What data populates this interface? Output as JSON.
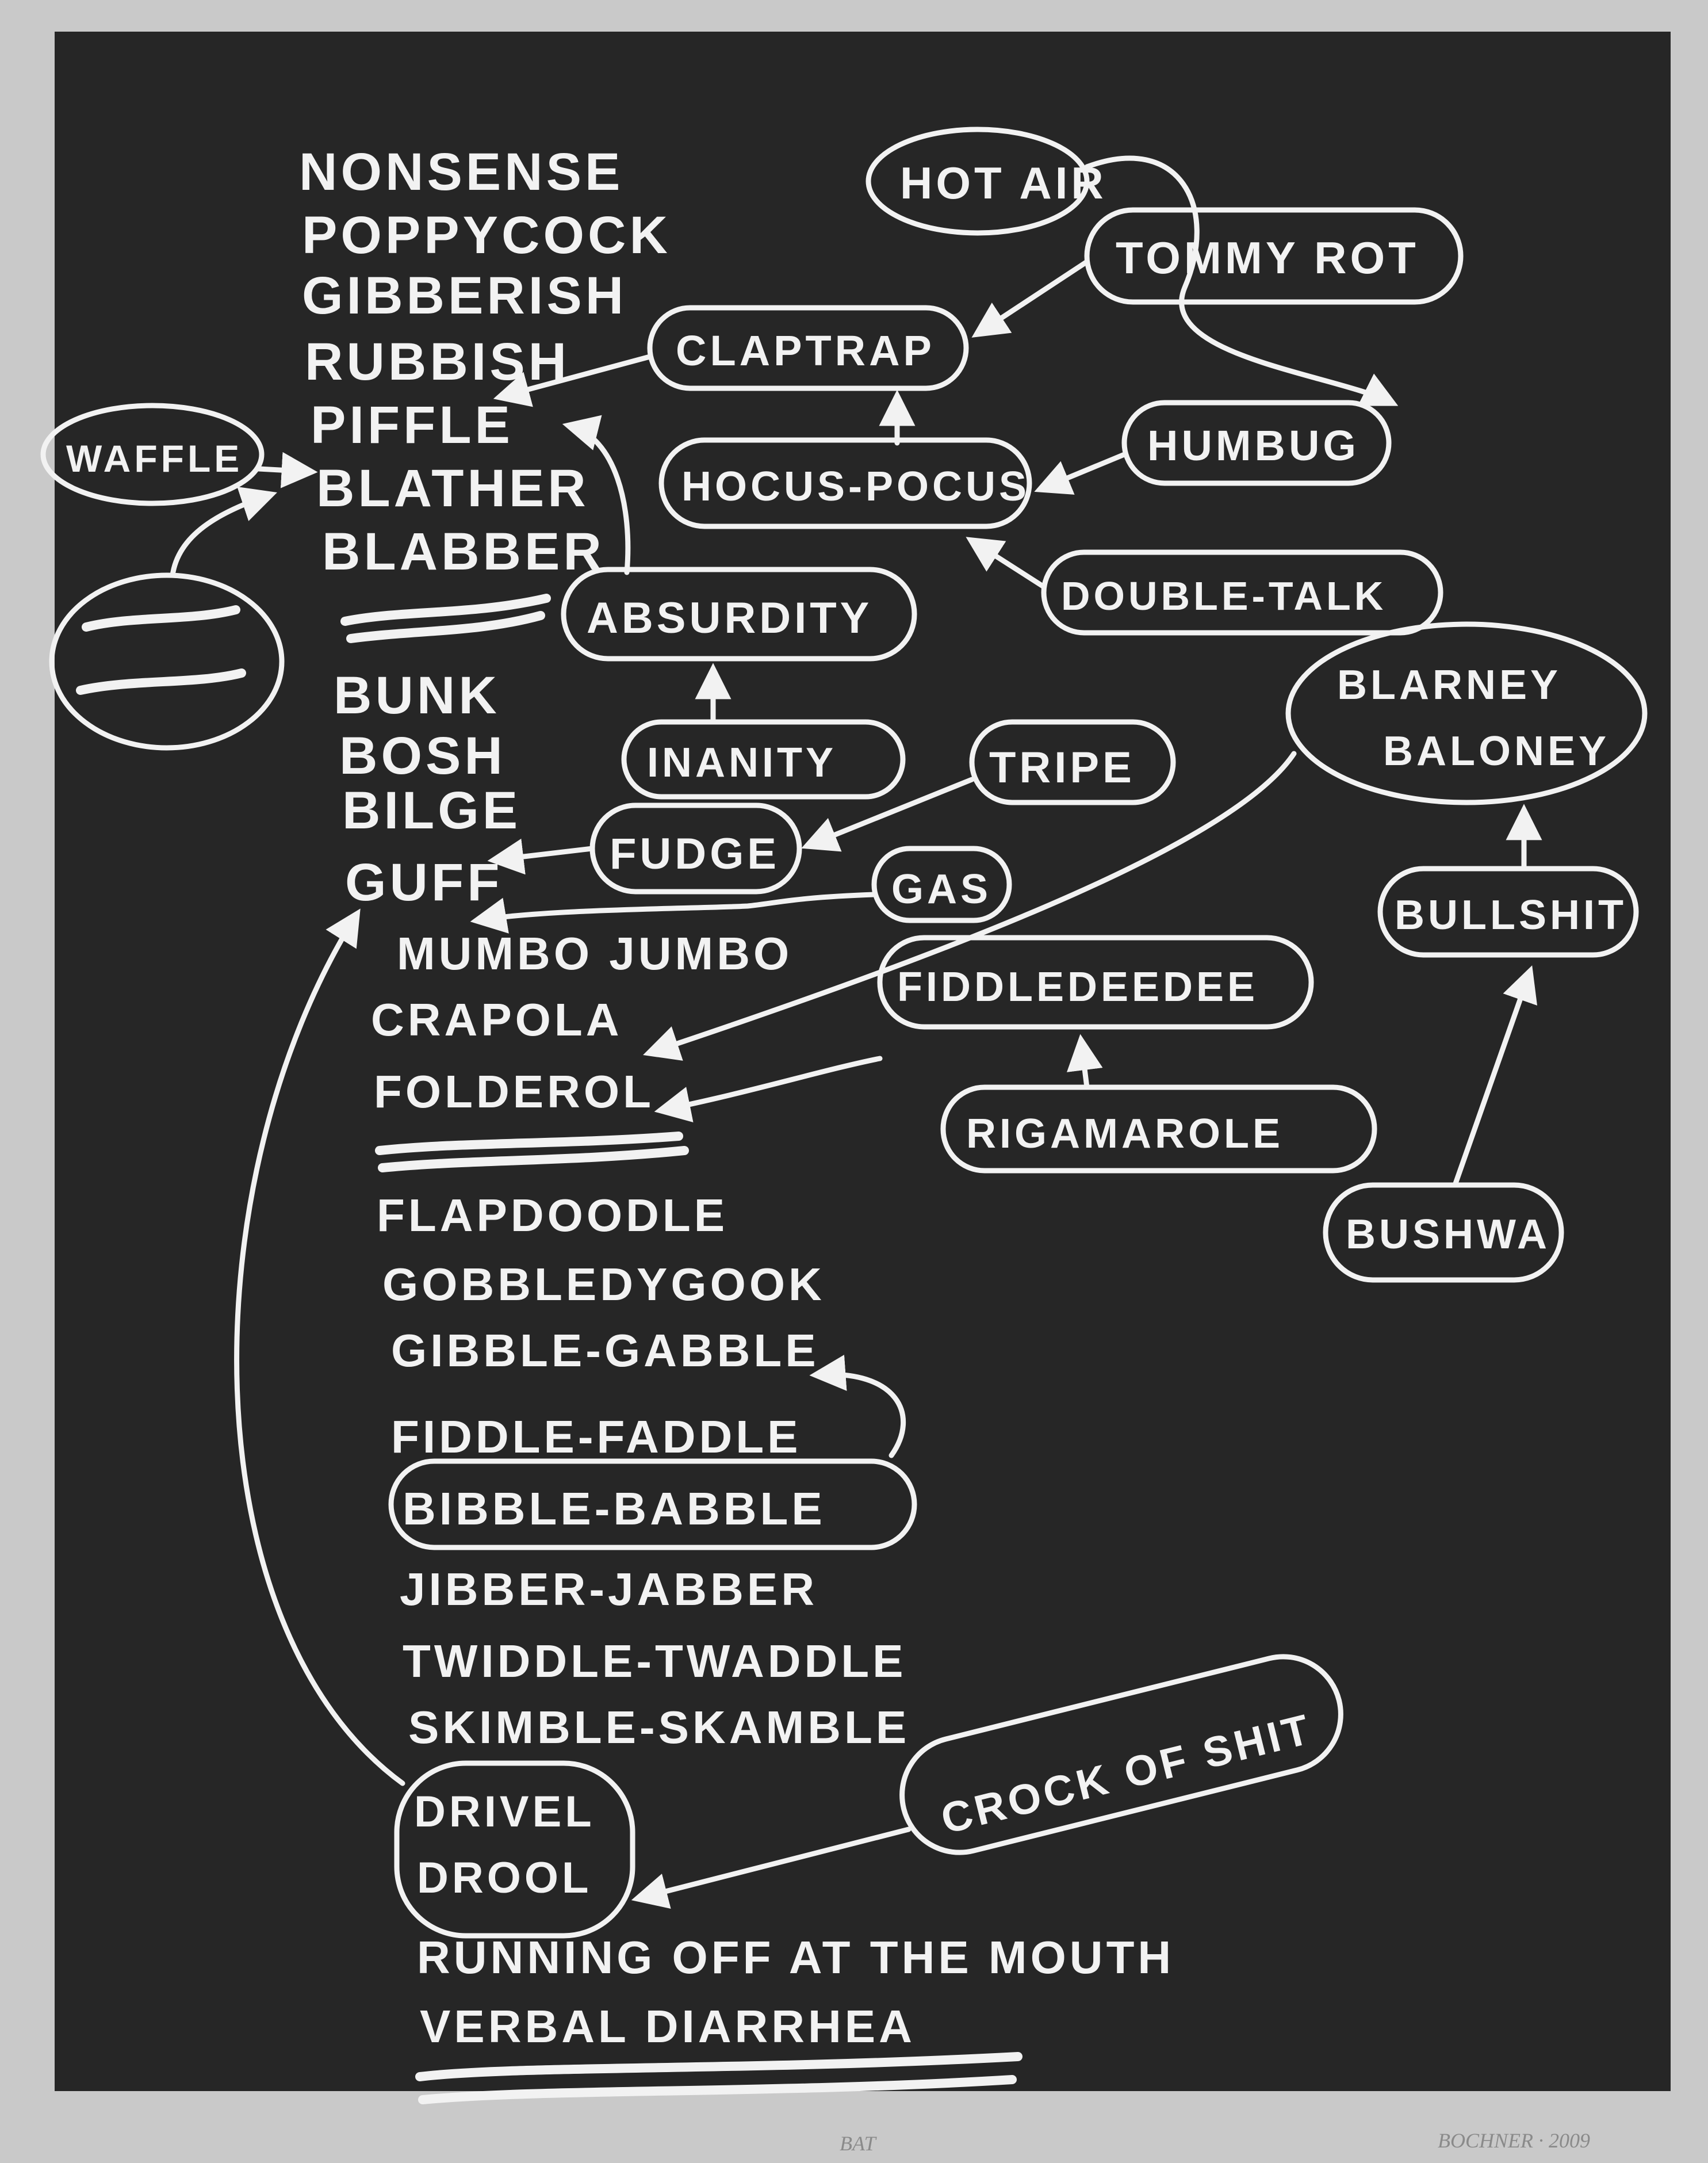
{
  "list_words": [
    "NONSENSE",
    "POPPYCOCK",
    "GIBBERISH",
    "RUBBISH",
    "PIFFLE",
    "BLATHER",
    "BLABBER",
    "BUNK",
    "BOSH",
    "BILGE",
    "GUFF",
    "MUMBO JUMBO",
    "CRAPOLA",
    "FOLDEROL",
    "FLAPDOODLE",
    "GOBBLEDYGOOK",
    "GIBBLE-GABBLE",
    "FIDDLE-FADDLE",
    "BIBBLE-BABBLE",
    "JIBBER-JABBER",
    "TWIDDLE-TWADDLE",
    "SKIMBLE-SKAMBLE",
    "RUNNING OFF AT THE MOUTH",
    "VERBAL DIARRHEA"
  ],
  "bubbles": {
    "hot_air": "HOT AIR",
    "tommy_rot": "TOMMY ROT",
    "claptrap": "CLAPTRAP",
    "humbug": "HUMBUG",
    "hocus_pocus": "HOCUS-POCUS",
    "double_talk": "DOUBLE-TALK",
    "absurdity": "ABSURDITY",
    "inanity": "INANITY",
    "blarney": "BLARNEY",
    "baloney": "BALONEY",
    "tripe": "TRIPE",
    "fudge": "FUDGE",
    "gas": "GAS",
    "bullshit": "BULLSHIT",
    "fiddledeedee": "FIDDLEDEEDEE",
    "rigamarole": "RIGAMAROLE",
    "bushwa": "BUSHWA",
    "waffle": "WAFFLE",
    "drivel": "DRIVEL",
    "drool": "DROOL",
    "crock_of_shit": "CROCK OF SHIT"
  },
  "margin": {
    "title": "BAT",
    "signature": "BOCHNER · 2009"
  },
  "colors": {
    "board": "#262626",
    "chalk": "#f2f2f2",
    "paper": "#c9c9c9"
  }
}
